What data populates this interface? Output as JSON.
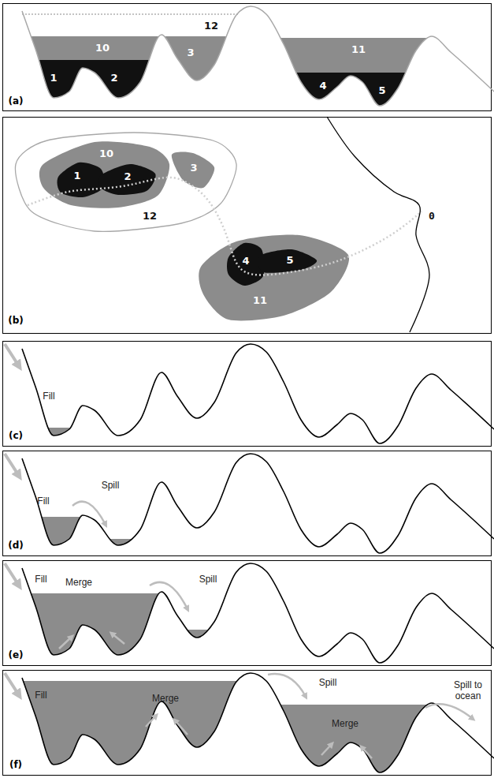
{
  "diagram": {
    "labels": [
      "12",
      "10",
      "1",
      "2",
      "3",
      "11",
      "4",
      "5",
      "(a)",
      "10",
      "1",
      "2",
      "3",
      "12",
      "4",
      "5",
      "11",
      "0",
      "(b)",
      "Fill",
      "(c)",
      "Fill",
      "Spill",
      "(d)",
      "Fill",
      "Merge",
      "Spill",
      "(e)",
      "Fill",
      "Merge",
      "Spill",
      "Merge",
      "Spill to ocean",
      "(f)"
    ]
  }
}
